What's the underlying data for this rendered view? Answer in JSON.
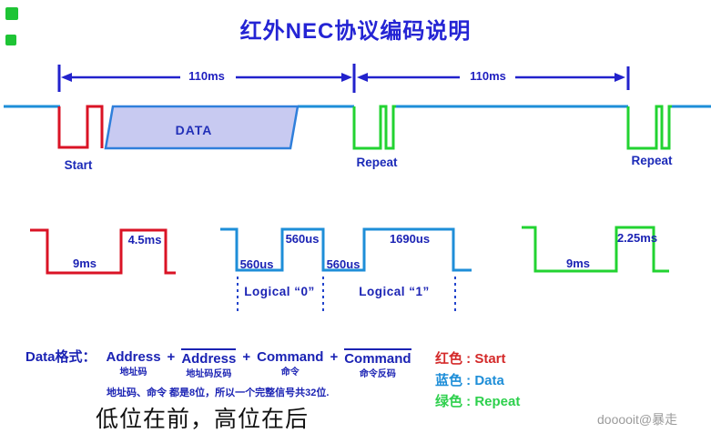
{
  "title": "红外NEC协议编码说明",
  "colors": {
    "signal_red": "#da1325",
    "signal_blue": "#1e8ed8",
    "signal_green": "#22d331",
    "dimension_blue": "#2222cc",
    "text_ink_blue": "#1b23b4",
    "data_block_fill": "#c8caf1",
    "watermark_gray": "#9b9b9b"
  },
  "timeline": {
    "interval1_label": "110ms",
    "interval2_label": "110ms",
    "start_label": "Start",
    "data_label": "DATA",
    "repeat1_label": "Repeat",
    "repeat2_label": "Repeat"
  },
  "start_detail": {
    "low_label": "9ms",
    "high_label": "4.5ms"
  },
  "logic_detail": {
    "low1_label": "560us",
    "high1_label": "560us",
    "low2_label": "560us",
    "high2_label": "1690us",
    "logical0_label": "Logical “0”",
    "logical1_label": "Logical “1”"
  },
  "repeat_detail": {
    "low_label": "9ms",
    "high_label": "2.25ms"
  },
  "data_format": {
    "prefix": "Data格式：",
    "plus": "+",
    "terms": [
      {
        "word": "Address",
        "sub": "地址码"
      },
      {
        "word": "Address",
        "sub": "地址码反码"
      },
      {
        "word": "Command",
        "sub": "命令"
      },
      {
        "word": "Command",
        "sub": "命令反码"
      }
    ],
    "note": "地址码、命令 都是8位，所以一个完整信号共32位.",
    "big_note": "低位在前，高位在后"
  },
  "legend": [
    {
      "label": "红色 : Start",
      "color": "#d42a2a"
    },
    {
      "label": "蓝色 : Data",
      "color": "#1e8ed8"
    },
    {
      "label": "绿色 : Repeat",
      "color": "#2ed04d"
    }
  ],
  "watermark": "dooooit@暴走"
}
